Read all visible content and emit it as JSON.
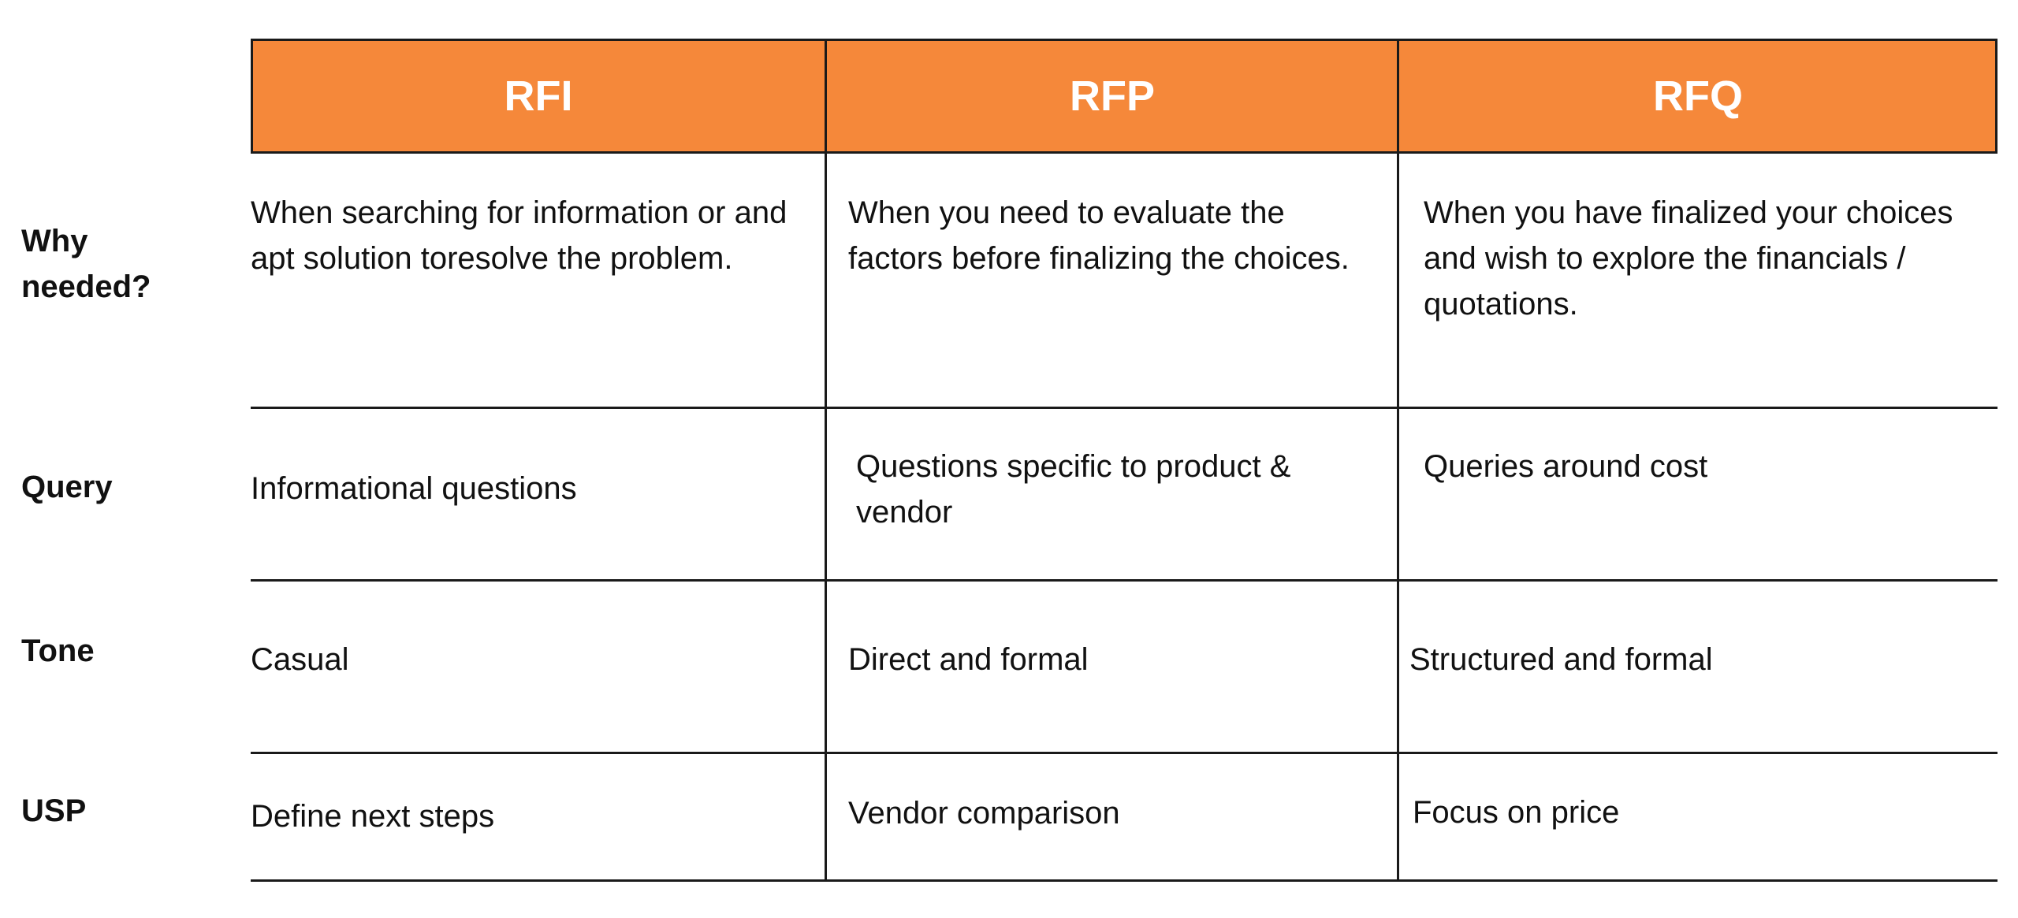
{
  "columns": [
    "RFI",
    "RFP",
    "RFQ"
  ],
  "rows": [
    {
      "label": "Why needed?",
      "cells": [
        "When searching for information or and apt solution toresolve the problem.",
        "When you need to evaluate the factors before finalizing the choices.",
        "When you have finalized your choices and wish to explore the financials / quotations."
      ]
    },
    {
      "label": "Query",
      "cells": [
        "Informational questions",
        "Questions specific to product & vendor",
        "Queries around cost"
      ]
    },
    {
      "label": "Tone",
      "cells": [
        "Casual",
        "Direct and formal",
        "Structured and formal"
      ]
    },
    {
      "label": "USP",
      "cells": [
        "Define next steps",
        "Vendor comparison",
        "Focus on price"
      ]
    }
  ],
  "colors": {
    "header_background": "#f5883a",
    "header_text": "#ffffff",
    "border": "#1a1a1a",
    "text": "#111111"
  }
}
